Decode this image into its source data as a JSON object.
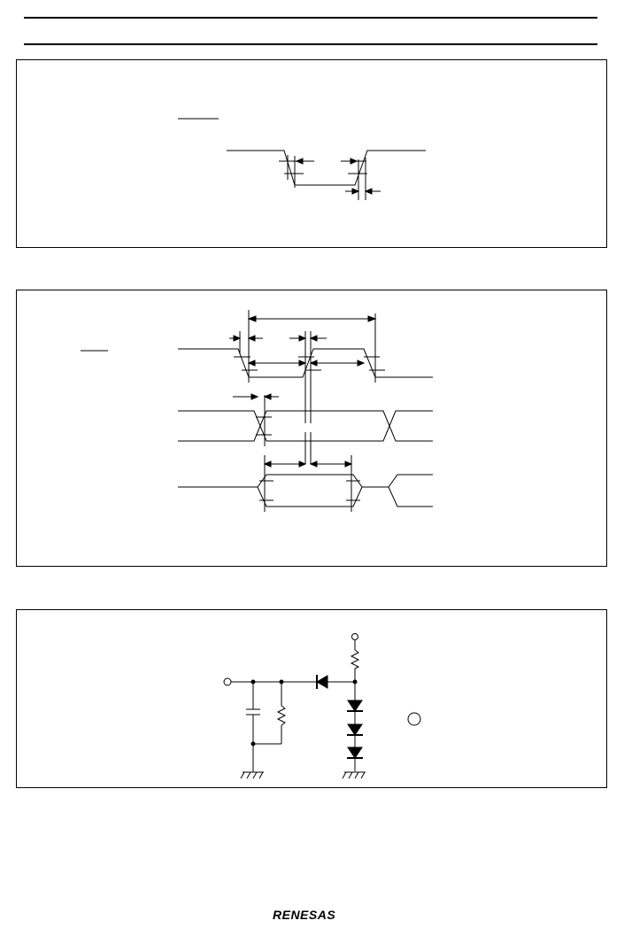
{
  "logo": {
    "brand": "RENESAS"
  },
  "panels": [
    {
      "id": "timing-1",
      "labels": []
    },
    {
      "id": "timing-2",
      "labels": []
    },
    {
      "id": "circuit-3",
      "labels": []
    }
  ],
  "icons": {
    "ground": "ground-symbol-icon",
    "diode": "diode-icon",
    "resistor": "resistor-icon",
    "capacitor": "capacitor-icon",
    "terminal": "terminal-icon"
  }
}
